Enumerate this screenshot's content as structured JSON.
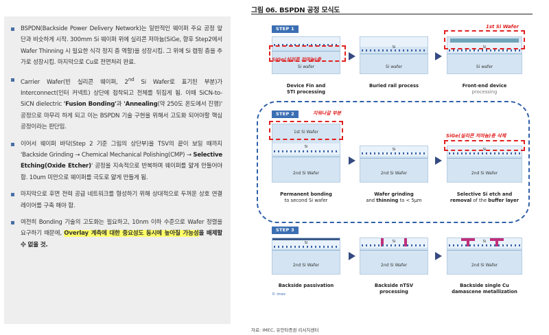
{
  "left": {
    "bullets": [
      {
        "t1": "BSPDN(Backside Power Delivery Network)는 일반적인 웨이퍼 주요 공정 앞 단과 비슷하게 시작. 300mm Si 웨이퍼 위에 실리콘 저마늄(SiGe, 향후 Step2에서 Wafer Thinning 시 필요한 식각 정지 층 역할)을 성장시킴. 그 위에 Si 캡핑 층을 추가로 성장시킴. 마지막으로 Cu로 전면처리 완료."
      },
      {
        "t1": "Carrier Wafer(빈 실리콘 웨이퍼, 2",
        "sup": "nd",
        "t2": " Si Wafer로 표기된 부분)가 Interconnect(인터 커넥트) 상단에 접착되고 전체를 뒤집게 됨. 이때 SiCN-to-SiCN dielectric ",
        "b1": "'Fusion Bonding'",
        "t3": "과 ",
        "b2": "'Annealing",
        "t4": "(약 250도 온도에서 진행)' 공정으로 마무리 하게 되고 이는 BSPDN 기술 구현을 위해서 고도화 되어야할 핵심 공정이라는 판단임."
      },
      {
        "t1": "이어서 웨이퍼 바닥(Step 2 기준 그림의 상단부)을 TSV의 끝이 보일 때까지 'Backside Grinding → Chemical Mechanical Polishing(CMP) → ",
        "b1": "Selective Etching(Oxide Etcher)",
        "t2": "' 공정을 지속적으로 반복하며 웨이퍼를 얇게 만들어야 함. 10um 미만으로 웨이퍼를 극도로 얇게 만들게 됨."
      },
      {
        "t1": "마지막으로 후면 전력 공급 네트워크를 형성하기 위해 상대적으로 두꺼운 상호 연결 레이어를 구축 해야 함."
      },
      {
        "t1": "여전히 Bonding 기술의 고도화는 필요하고, 10nm 이하 수준으로 Wafer 정렬을 요구하기 때문에, ",
        "h1": "Overlay 계측에 대한 중요성도 동시에 높아질 가능성",
        "b1": "을 배제할 수 없을 것."
      }
    ]
  },
  "figure": {
    "title": "그림 06. BSPDN 공정 모식도",
    "source": "자료: IMEC, 유안타증권 리서치센터",
    "imec": "© imec",
    "steps": [
      "STEP 1",
      "STEP 2",
      "STEP 3"
    ],
    "si": "Si",
    "si_wafer": "Si wafer",
    "second_si": "2nd Si Wafer",
    "first_si_wafer": "1st Si Wafer",
    "s1": [
      {
        "l1": "Device Fin and",
        "l2": "STI processing"
      },
      {
        "l1": "Buried rail process",
        "l2": ""
      },
      {
        "l1": "Front-end device",
        "l2": "processing"
      }
    ],
    "s2": [
      {
        "l1": "Permanent bonding",
        "l2": "to second Si wafer"
      },
      {
        "l1": "Wafer grinding",
        "l2a": "and ",
        "l2b": "thinning",
        "l2c": " to < 5μm"
      },
      {
        "l1": "Selective Si etch and",
        "l2a": "removal",
        "l2b": " of the ",
        "l2c": "buffer layer"
      }
    ],
    "s3": [
      {
        "l1": "Backside passivation",
        "l2": ""
      },
      {
        "l1": "Backside nTSV",
        "l2": "processing"
      },
      {
        "l1": "Backside single Cu",
        "l2": "damascene metallization"
      }
    ],
    "red": {
      "sige": "SiGe(실리콘 저마늄)층",
      "first": "1st Si Wafer",
      "remove": "지워나갈 부분",
      "sige_del": "SiGe(실리콘 저마늄)층 삭제"
    }
  }
}
